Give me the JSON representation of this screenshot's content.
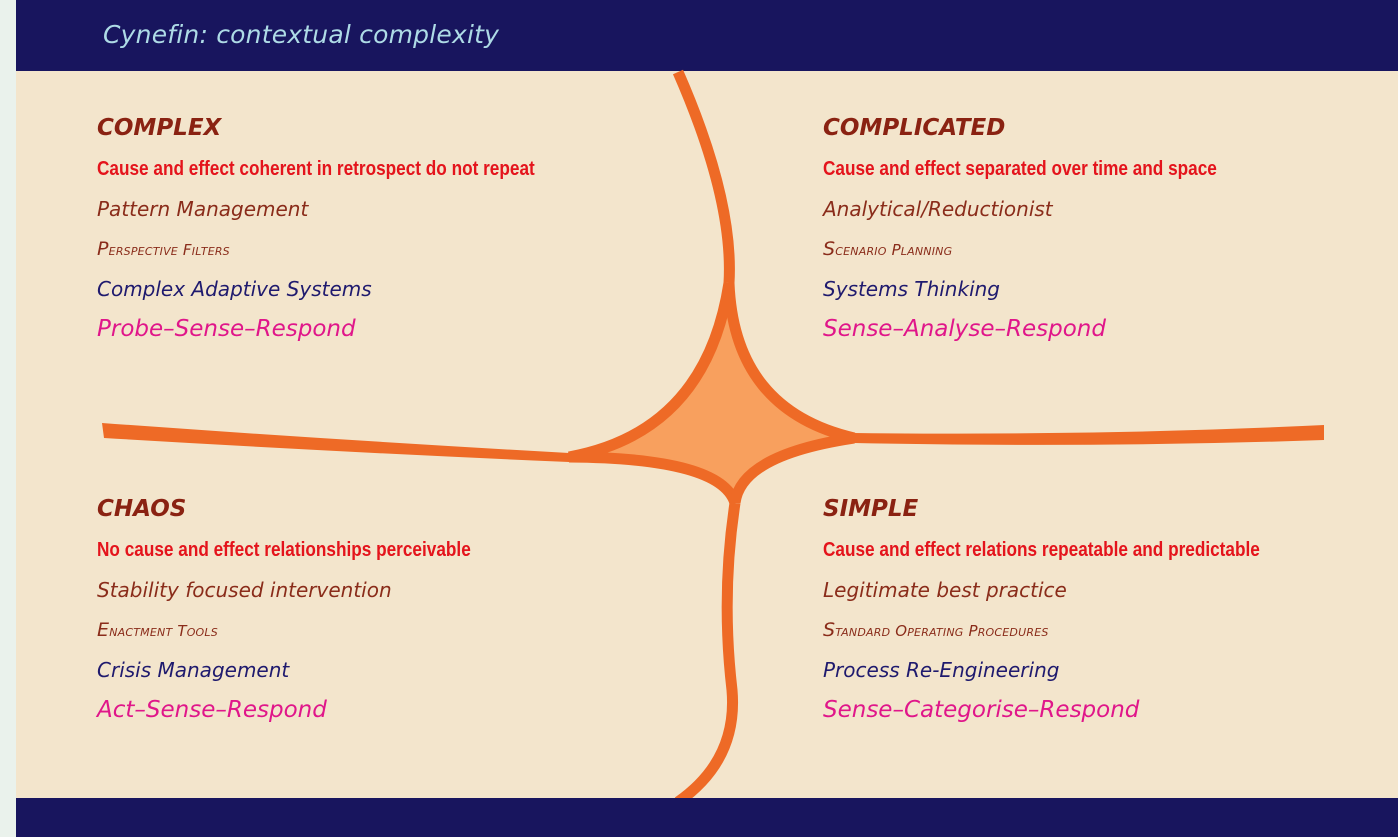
{
  "title": "Cynefin: contextual complexity",
  "colors": {
    "header_bg": "#18155e",
    "title_text": "#aedbe6",
    "panel_bg": "#f3e5cc",
    "boundary": "#ee6a26",
    "center_fill": "#f8a05e",
    "heading": "#8a2212",
    "relation": "#e4141c",
    "theory": "#1f1a6e",
    "model": "#e0168a"
  },
  "domains": {
    "complex": {
      "heading": "COMPLEX",
      "relation": "Cause and effect coherent in retrospect do not repeat",
      "approach": "Pattern Management",
      "tool": "Perspective Filters",
      "theory": "Complex Adaptive Systems",
      "model": "Probe–Sense–Respond"
    },
    "complicated": {
      "heading": "COMPLICATED",
      "relation": "Cause and effect separated over time and space",
      "approach": "Analytical/Reductionist",
      "tool": "Scenario Planning",
      "theory": "Systems Thinking",
      "model": "Sense–Analyse–Respond"
    },
    "chaos": {
      "heading": "CHAOS",
      "relation": "No cause and effect relationships perceivable",
      "approach": "Stability focused intervention",
      "tool": "Enactment Tools",
      "theory": "Crisis Management",
      "model": "Act–Sense–Respond"
    },
    "simple": {
      "heading": "SIMPLE",
      "relation": "Cause and effect relations repeatable and predictable",
      "approach": "Legitimate best practice",
      "tool": "Standard Operating Procedures",
      "theory": "Process Re-Engineering",
      "model": "Sense–Categorise–Respond"
    }
  }
}
